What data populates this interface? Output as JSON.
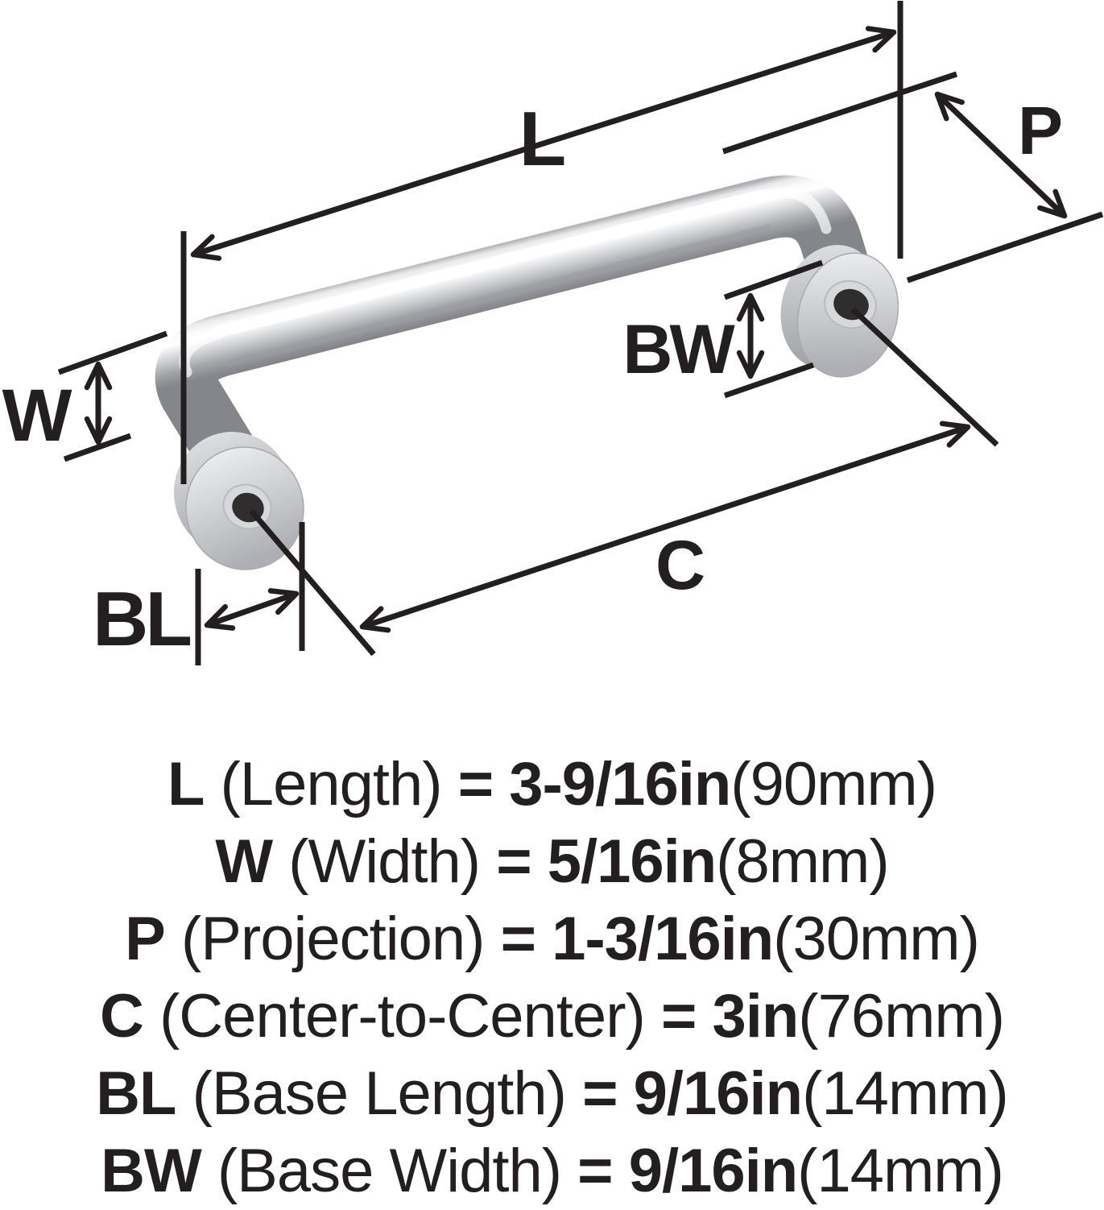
{
  "colors": {
    "ink": "#231f20",
    "background": "#ffffff",
    "metal_highlight": "#ffffff",
    "metal_light": "#f1f2f3",
    "metal_mid": "#c6c7ca",
    "metal_dark": "#85868b",
    "hole": "#2f2d2e"
  },
  "diagram": {
    "labels": {
      "l": "L",
      "w": "W",
      "p": "P",
      "c": "C",
      "bl": "BL",
      "bw": "BW"
    }
  },
  "specs": [
    {
      "code": "L",
      "name": "(Length)",
      "eq": "=",
      "imperial": "3-9/16in",
      "metric": "(90mm)"
    },
    {
      "code": "W",
      "name": "(Width)",
      "eq": "=",
      "imperial": "5/16in",
      "metric": "(8mm)"
    },
    {
      "code": "P",
      "name": "(Projection)",
      "eq": "=",
      "imperial": "1-3/16in",
      "metric": "(30mm)"
    },
    {
      "code": "C",
      "name": "(Center-to-Center)",
      "eq": "=",
      "imperial": "3in",
      "metric": "(76mm)"
    },
    {
      "code": "BL",
      "name": "(Base Length)",
      "eq": "=",
      "imperial": "9/16in",
      "metric": "(14mm)"
    },
    {
      "code": "BW",
      "name": "(Base Width)",
      "eq": "=",
      "imperial": "9/16in",
      "metric": "(14mm)"
    }
  ]
}
